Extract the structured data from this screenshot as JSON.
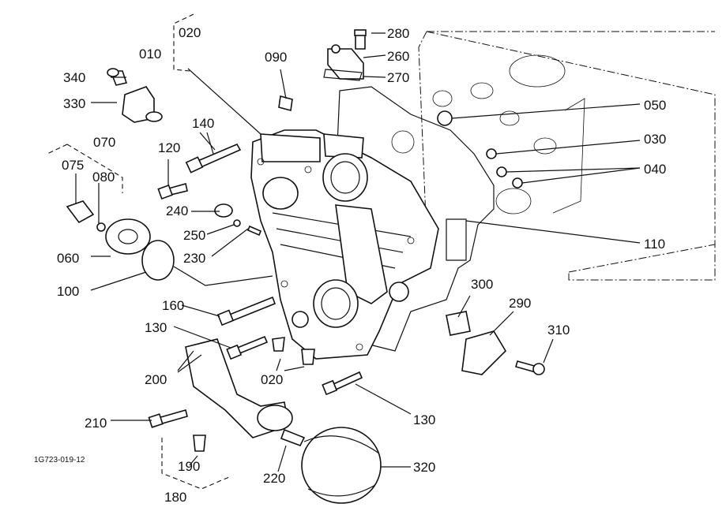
{
  "drawing": {
    "code": "1G723-019-12",
    "parts": {
      "p010": "010",
      "p020a": "020",
      "p020b": "020",
      "p030": "030",
      "p040": "040",
      "p050": "050",
      "p060": "060",
      "p070": "070",
      "p075": "075",
      "p080": "080",
      "p090": "090",
      "p100": "100",
      "p110": "110",
      "p120": "120",
      "p130a": "130",
      "p130b": "130",
      "p140": "140",
      "p160": "160",
      "p180": "180",
      "p190": "190",
      "p200": "200",
      "p210": "210",
      "p220": "220",
      "p230": "230",
      "p240": "240",
      "p250": "250",
      "p260": "260",
      "p270": "270",
      "p280": "280",
      "p290": "290",
      "p300": "300",
      "p310": "310",
      "p320": "320",
      "p330": "330",
      "p340": "340"
    }
  }
}
